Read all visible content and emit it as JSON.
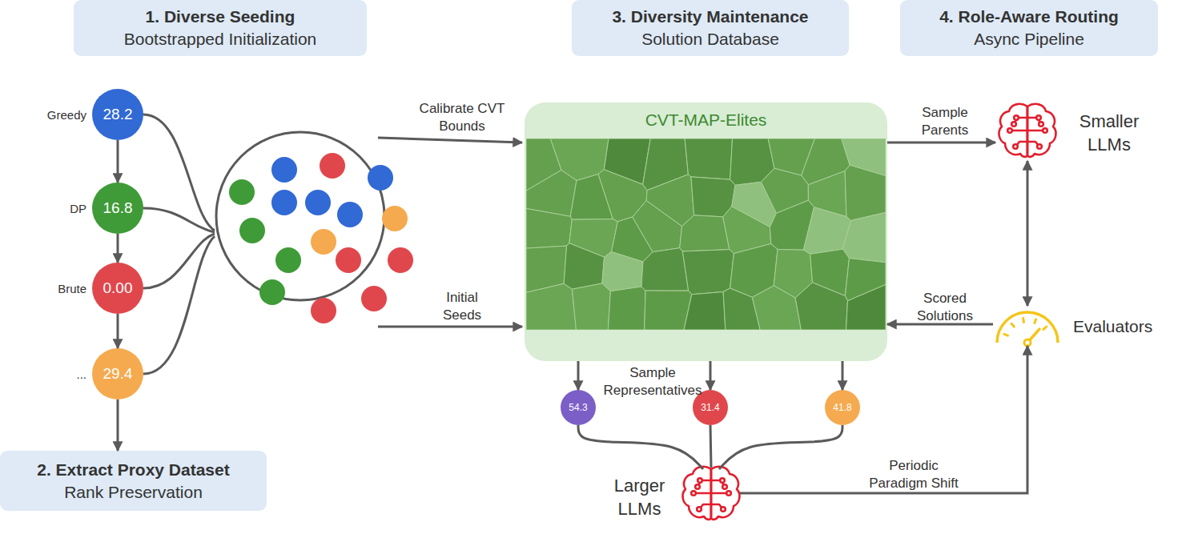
{
  "diagram": {
    "nodes": [
      {
        "text": [
          "1. Diverse Seeding",
          "Bootstrapped Initialization"
        ]
      },
      {
        "text": [
          "3. Diversity Maintenance",
          "Solution Database"
        ]
      },
      {
        "text": [
          "4. Role-Aware Routing",
          "Async Pipeline"
        ]
      },
      {
        "text": [
          "Greedy",
          "28.2"
        ]
      },
      {
        "text": [
          "DP",
          "16.8"
        ]
      },
      {
        "text": [
          "Brute",
          "0.00"
        ]
      },
      {
        "text": [
          "...",
          "29.4"
        ]
      },
      {
        "text": [
          "CVT-MAP-Elites"
        ]
      },
      {
        "text": [
          "Smaller LLMs"
        ]
      },
      {
        "text": [
          "Evaluators"
        ]
      },
      {
        "text": [
          "54.3"
        ]
      },
      {
        "text": [
          "31.4"
        ]
      },
      {
        "text": [
          "41.8"
        ]
      },
      {
        "text": [
          "Larger LLMs"
        ]
      },
      {
        "text": [
          "2. Extract Proxy Dataset",
          "Rank Preservation"
        ]
      }
    ],
    "edges": [
      {
        "from": 3,
        "to": 4,
        "arrow": "to"
      },
      {
        "from": 4,
        "to": 5,
        "arrow": "to"
      },
      {
        "from": 5,
        "to": 6,
        "arrow": "to"
      },
      {
        "from": 6,
        "to": 14,
        "arrow": "to"
      },
      {
        "from": 7,
        "to": 8,
        "label": "Sample Parents",
        "arrow": "to"
      },
      {
        "from": 8,
        "to": 9,
        "arrow": "both"
      },
      {
        "from": 9,
        "to": 7,
        "label": "Scored Solutions",
        "arrow": "to"
      },
      {
        "from": 7,
        "to": 10,
        "arrow": "to"
      },
      {
        "from": 7,
        "to": 11,
        "arrow": "to"
      },
      {
        "from": 7,
        "to": 12,
        "arrow": "to"
      },
      {
        "from": 10,
        "to": 13,
        "arrow": "none"
      },
      {
        "from": 11,
        "to": 13,
        "arrow": "none"
      },
      {
        "from": 12,
        "to": 13,
        "arrow": "none"
      },
      {
        "from": 13,
        "to": 9,
        "label": "Periodic Paradigm Shift",
        "arrow": "to"
      }
    ],
    "labels": [
      "Calibrate CVT Bounds",
      "Initial Seeds",
      "Sample Representatives"
    ]
  }
}
